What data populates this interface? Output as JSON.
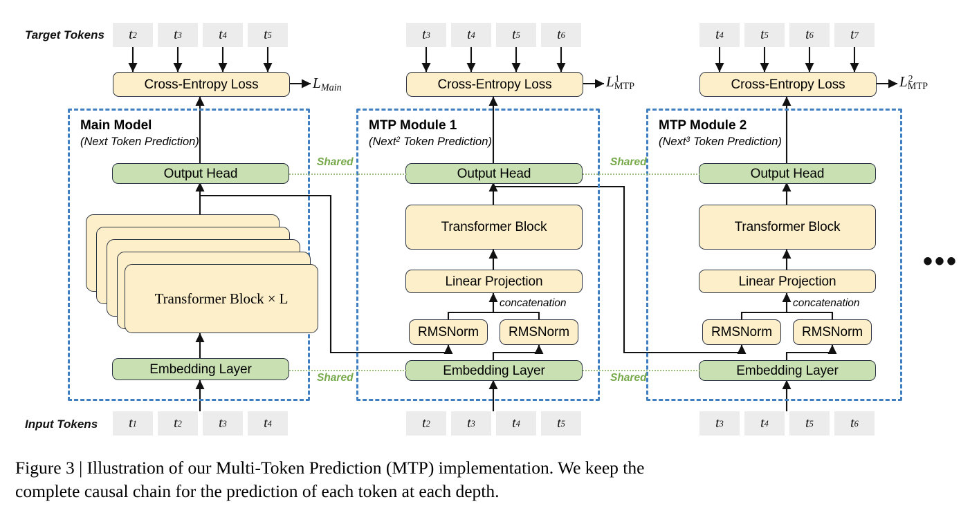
{
  "figure": {
    "row_labels": {
      "target": "Target Tokens",
      "input": "Input Tokens"
    },
    "caption_line1": "Figure 3 | Illustration of our Multi-Token Prediction (MTP) implementation.  We keep the",
    "caption_line2": "complete causal chain for the prediction of each token at each depth.",
    "ellipsis": "•••",
    "shared_label": "Shared",
    "concatenation_label": "concatenation",
    "colors": {
      "yellow_fill": "#fdefc9",
      "green_fill": "#c8e0b2",
      "node_stroke": "#2a3242",
      "module_border": "#3f7fc1",
      "shared_green": "#76a94a",
      "token_chip": "#ececec",
      "wire": "#111111"
    },
    "columns": [
      {
        "id": "main",
        "title": "Main Model",
        "subtitle_prefix": "(Next",
        "subtitle_sup": "",
        "subtitle_suffix": " Token Prediction)",
        "loss": {
          "base": "L",
          "sub": "Main",
          "sup": ""
        },
        "loss_full": "L_Main",
        "cross_entropy_label": "Cross-Entropy Loss",
        "output_head_label": "Output Head",
        "embedding_label": "Embedding Layer",
        "stack_label": "Transformer Block × L",
        "target_tokens": [
          "t2",
          "t3",
          "t4",
          "t5"
        ],
        "input_tokens": [
          "t1",
          "t2",
          "t3",
          "t4"
        ]
      },
      {
        "id": "mtp1",
        "title": "MTP Module 1",
        "subtitle_prefix": "(Next",
        "subtitle_sup": "2",
        "subtitle_suffix": " Token Prediction)",
        "loss": {
          "base": "L",
          "sub": "MTP",
          "sup": "1"
        },
        "loss_full": "L^1_MTP",
        "cross_entropy_label": "Cross-Entropy Loss",
        "output_head_label": "Output Head",
        "transformer_label": "Transformer Block",
        "linear_label": "Linear Projection",
        "rmsnorm_left_label": "RMSNorm",
        "rmsnorm_right_label": "RMSNorm",
        "embedding_label": "Embedding Layer",
        "target_tokens": [
          "t3",
          "t4",
          "t5",
          "t6"
        ],
        "input_tokens": [
          "t2",
          "t3",
          "t4",
          "t5"
        ]
      },
      {
        "id": "mtp2",
        "title": "MTP Module 2",
        "subtitle_prefix": "(Next",
        "subtitle_sup": "3",
        "subtitle_suffix": " Token Prediction)",
        "loss": {
          "base": "L",
          "sub": "MTP",
          "sup": "2"
        },
        "loss_full": "L^2_MTP",
        "cross_entropy_label": "Cross-Entropy Loss",
        "output_head_label": "Output Head",
        "transformer_label": "Transformer Block",
        "linear_label": "Linear Projection",
        "rmsnorm_left_label": "RMSNorm",
        "rmsnorm_right_label": "RMSNorm",
        "embedding_label": "Embedding Layer",
        "target_tokens": [
          "t4",
          "t5",
          "t6",
          "t7"
        ],
        "input_tokens": [
          "t3",
          "t4",
          "t5",
          "t6"
        ]
      }
    ],
    "tokens": {
      "t1": {
        "base": "t",
        "sub": "1"
      },
      "t2": {
        "base": "t",
        "sub": "2"
      },
      "t3": {
        "base": "t",
        "sub": "3"
      },
      "t4": {
        "base": "t",
        "sub": "4"
      },
      "t5": {
        "base": "t",
        "sub": "5"
      },
      "t6": {
        "base": "t",
        "sub": "6"
      },
      "t7": {
        "base": "t",
        "sub": "7"
      }
    }
  }
}
